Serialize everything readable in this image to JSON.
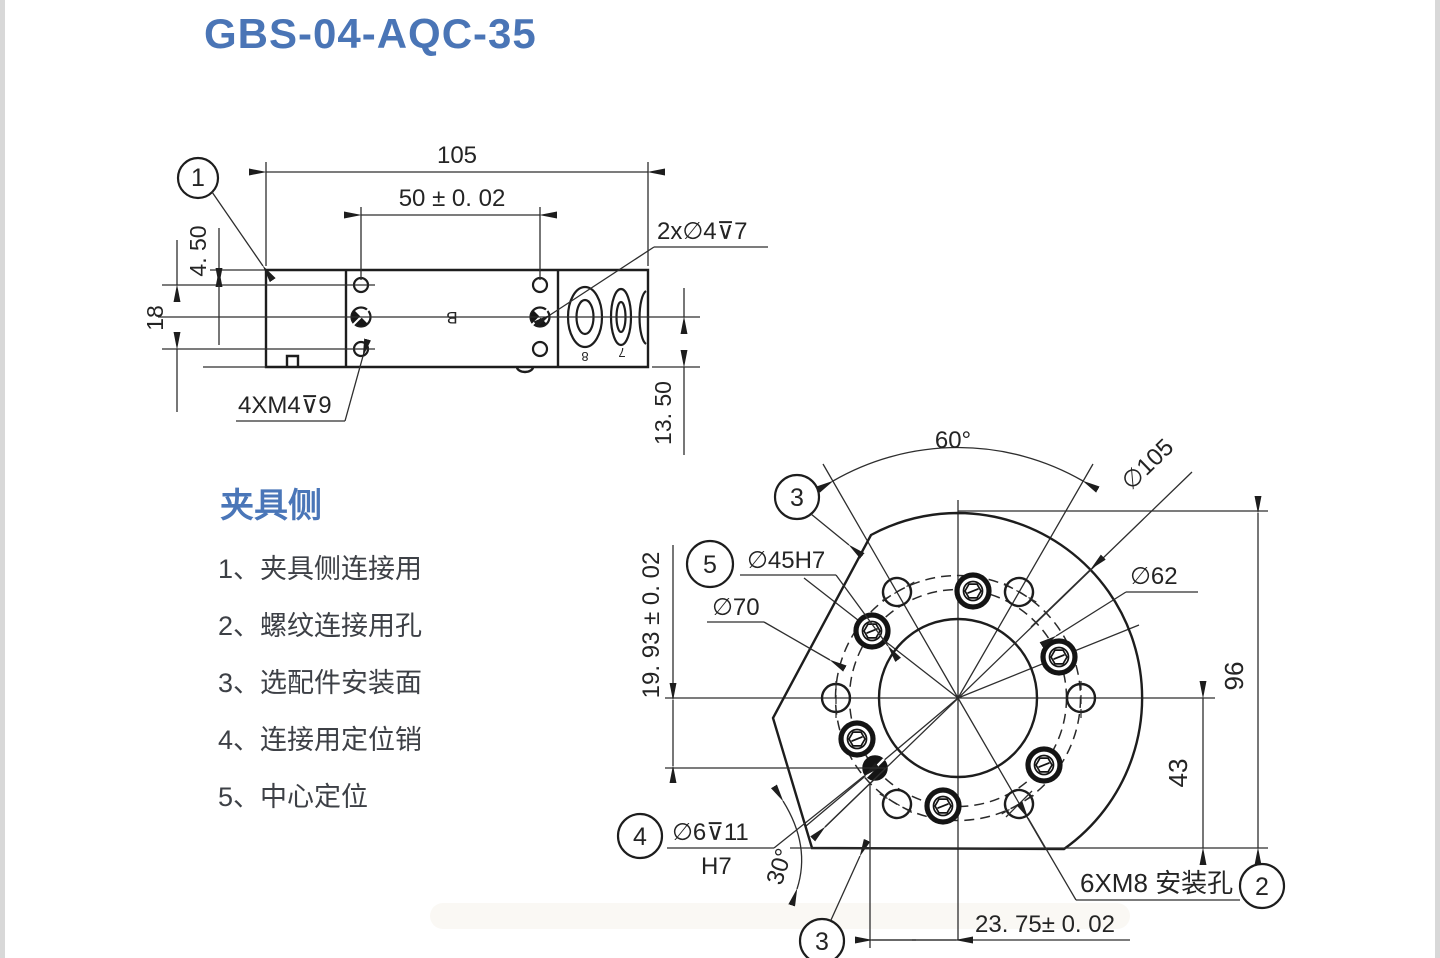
{
  "page": {
    "title": "GBS-04-AQC-35",
    "accent_color": "#4a76b8",
    "line_color": "#1d1d1d"
  },
  "legend": {
    "heading": "夹具侧",
    "items": [
      "1、夹具侧连接用",
      "2、螺纹连接用孔",
      "3、选配件安装面",
      "4、连接用定位销",
      "5、中心定位"
    ]
  },
  "side_view": {
    "balloon_1": "1",
    "dim_overall_width": "105",
    "dim_hole_spacing": "50 ± 0. 02",
    "dim_top_offset": "4. 50",
    "dim_row_spacing": "18",
    "dim_port_depth": "13. 50",
    "label_pin_holes": "2x∅4⊽7",
    "label_thread_holes": "4XM4⊽9",
    "label_face_marking": "B",
    "label_port_8": "8",
    "label_port_7": "7"
  },
  "front_view": {
    "balloon_2": "2",
    "balloon_3": "3",
    "balloon_4": "4",
    "balloon_5": "5",
    "dim_angle_60": "60°",
    "dim_outer_diameter": "∅105",
    "dim_bolt_circle_62": "∅62",
    "dim_center_bore": "∅45H7",
    "dim_bolt_circle_70": "∅70",
    "dim_height_96": "96",
    "dim_height_43": "43",
    "dim_pin_offset_y": "19. 93 ± 0. 02",
    "dim_pin_offset_x": "23. 75± 0. 02",
    "dim_angle_30": "30°",
    "label_pin_hole_dia": "∅6⊽11",
    "label_pin_hole_fit": "H7",
    "label_mount_holes": "6XM8 安装孔"
  }
}
